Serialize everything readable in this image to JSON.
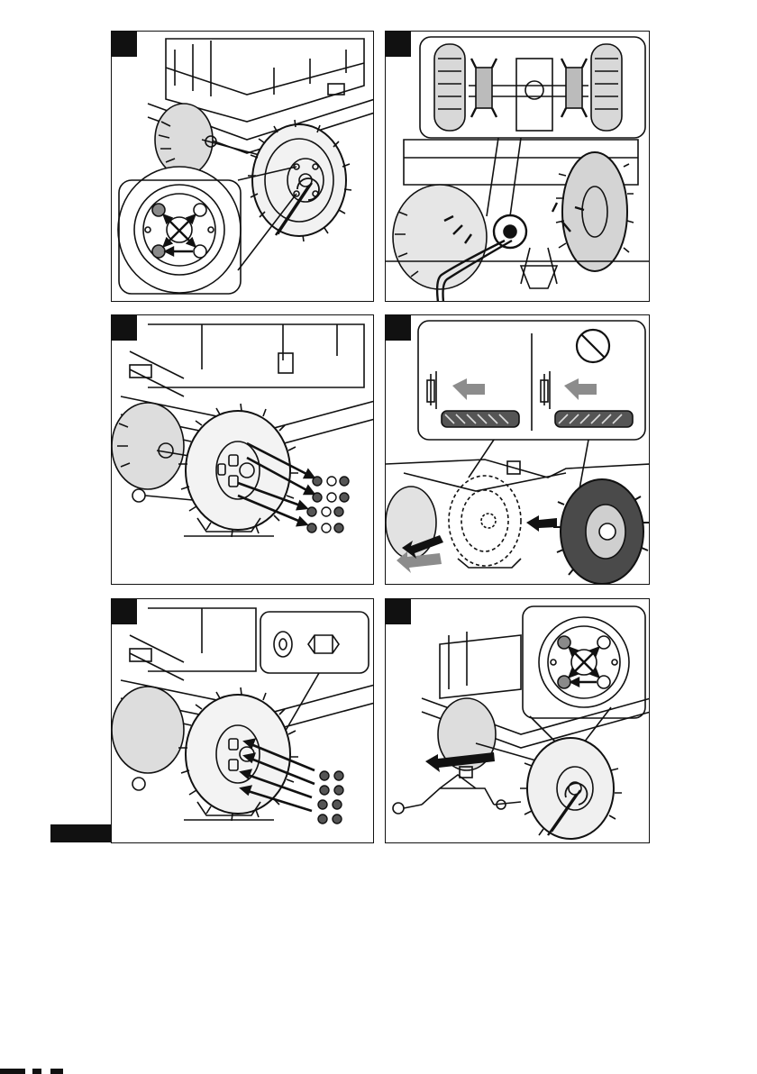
{
  "page": {
    "type": "manual-illustration-page",
    "step_count": 6,
    "colors": {
      "ink": "#111111",
      "tire_dark": "#3a3a3a",
      "tire_mid": "#7a7a7a",
      "arrow_grey": "#8c8c8c"
    }
  },
  "panels": [
    {
      "id": "loosen-lug-nuts",
      "icons": [
        "lug-wrench-icon",
        "cross-pattern-arrows-icon",
        "detail-callout-icon"
      ]
    },
    {
      "id": "jack-up-vehicle",
      "icons": [
        "jack-point-detail-icon",
        "floor-jack-icon",
        "lift-point-markers-icon"
      ]
    },
    {
      "id": "remove-lug-nuts",
      "icons": [
        "lug-nut-icon",
        "removal-arrows-icon",
        "jack-stand-icon"
      ]
    },
    {
      "id": "mount-wheel",
      "icons": [
        "prohibited-icon",
        "tread-direction-arrow-icon",
        "wheel-install-arrow-icon"
      ]
    },
    {
      "id": "install-lug-nuts",
      "icons": [
        "washer-icon",
        "lug-nut-icon",
        "install-arrows-icon"
      ]
    },
    {
      "id": "lower-and-tighten",
      "icons": [
        "lug-wrench-icon",
        "floor-jack-icon",
        "cross-pattern-arrows-icon"
      ]
    }
  ]
}
